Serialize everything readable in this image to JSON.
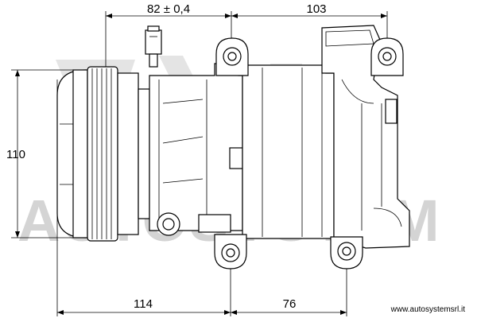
{
  "watermark": {
    "text": "AUTOSYSTEM",
    "logo": "autosystem-logo"
  },
  "dimensions": {
    "top_left": "82 ± 0,4",
    "top_right": "103",
    "left_height": "110",
    "bottom_left": "114",
    "bottom_right": "76"
  },
  "footer": {
    "url": "www.autosystemsrl.it"
  },
  "colors": {
    "line": "#000000",
    "watermark": "#d4d4d4",
    "background": "#ffffff"
  }
}
